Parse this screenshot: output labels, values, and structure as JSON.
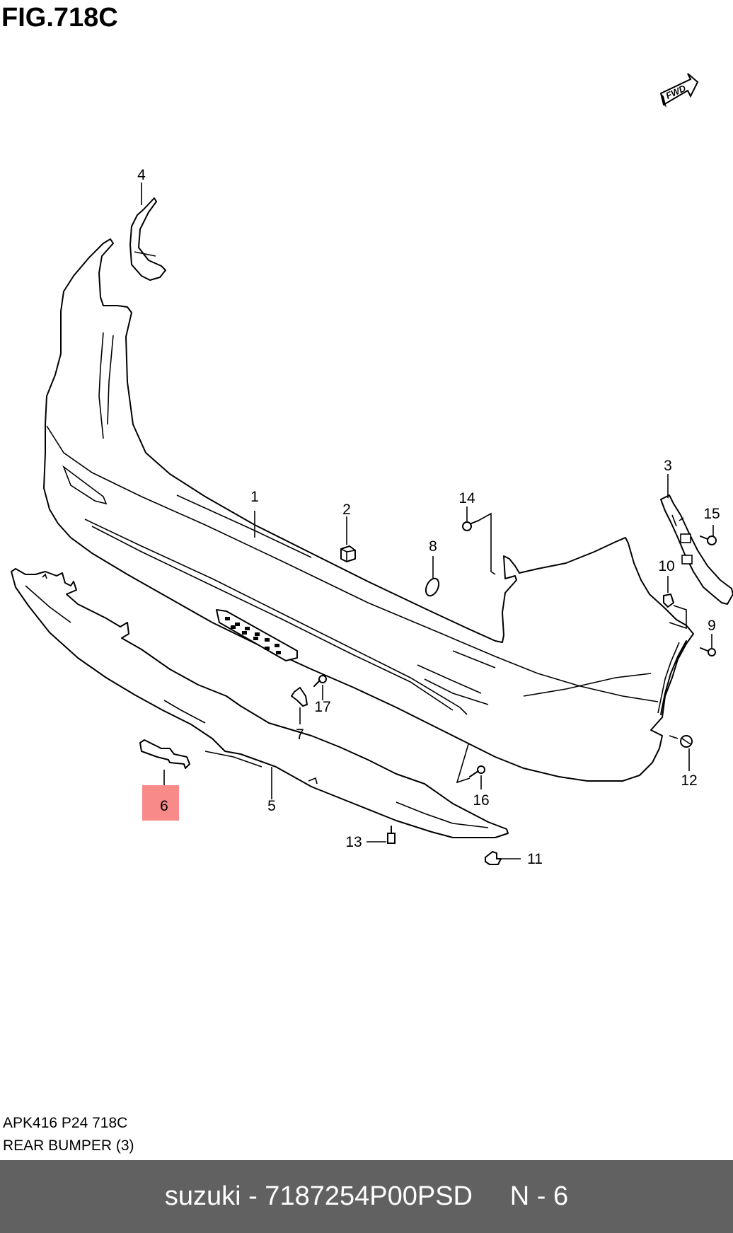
{
  "figure": {
    "title": "FIG.718C",
    "fwd_label": "FWD"
  },
  "callouts": {
    "c1": "1",
    "c2": "2",
    "c3": "3",
    "c4": "4",
    "c5": "5",
    "c6": "6",
    "c7": "7",
    "c8": "8",
    "c9": "9",
    "c10": "10",
    "c11": "11",
    "c12": "12",
    "c13": "13",
    "c14": "14",
    "c15": "15",
    "c16": "16",
    "c17": "17"
  },
  "highlight": {
    "callout": "6",
    "color": "#f88a8a"
  },
  "caption": {
    "code": "APK416 P24 718C",
    "name": "REAR BUMPER (3)"
  },
  "footer": {
    "text": "suzuki - 7187254P00PSD",
    "page": "N - 6",
    "background": "#616161"
  }
}
